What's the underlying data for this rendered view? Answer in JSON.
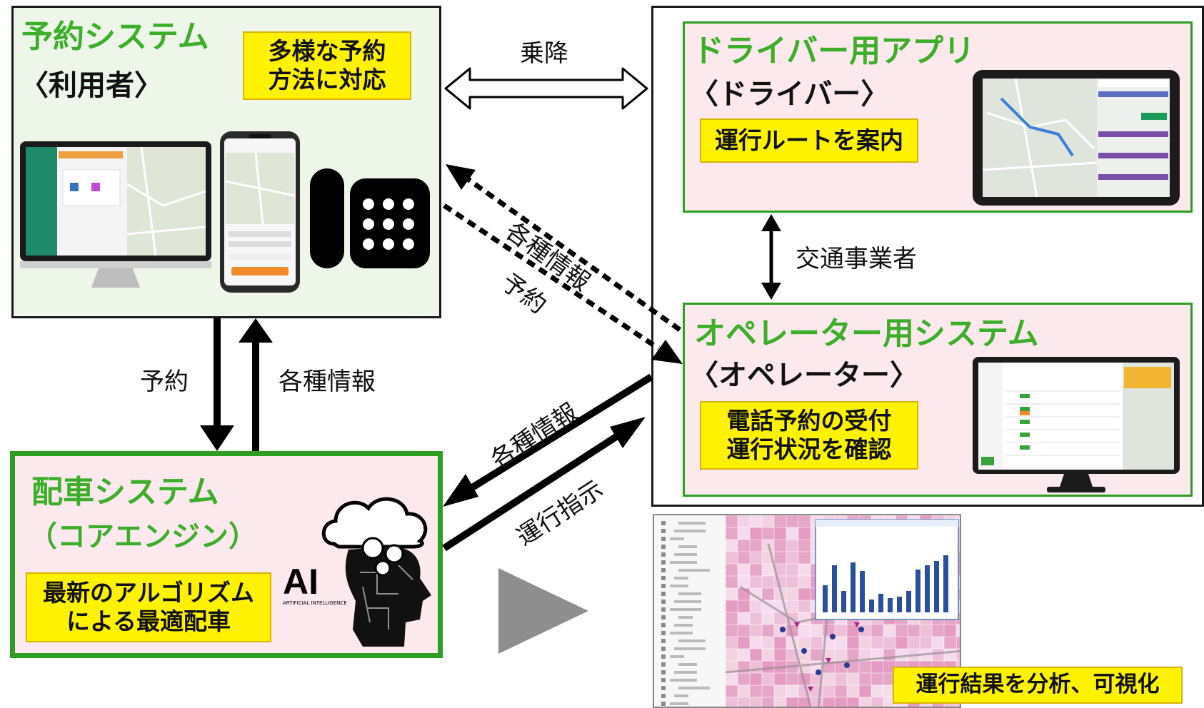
{
  "reservation": {
    "title": "予約システム",
    "subtitle": "〈利用者〉",
    "note": "多様な予約\n方法に対応"
  },
  "driver_app": {
    "title": "ドライバー用アプリ",
    "subtitle": "〈ドライバー〉",
    "note": "運行ルートを案内"
  },
  "operator": {
    "title": "オペレーター用システム",
    "subtitle": "〈オペレーター〉",
    "note": "電話予約の受付\n運行状況を確認"
  },
  "dispatch": {
    "title": "配車システム",
    "subtitle": "（コアエンジン）",
    "note": "最新のアルゴリズム\nによる最適配車",
    "ai_logo": "AI",
    "ai_logo_sub": "ARTIFICIAL INTELLIGENCE"
  },
  "connectors": {
    "boarding": "乗降",
    "carrier": "交通事業者",
    "info_diag": "各種情報",
    "reserve_diag": "予約",
    "reserve_down": "予約",
    "info_up": "各種情報",
    "info_lower": "各種情報",
    "dispatch_cmd": "運行指示"
  },
  "analysis": {
    "note": "運行結果を分析、可視化",
    "bar_values": [
      38,
      66,
      30,
      70,
      58,
      18,
      26,
      20,
      22,
      30,
      60,
      66,
      72,
      80
    ]
  },
  "colors": {
    "title_green": "#3cae2a",
    "border_green": "#2e9e22",
    "note_yellow": "#fff200",
    "panel_green_bg": "#eef6ea",
    "panel_pink_bg": "#fbe9ee"
  }
}
